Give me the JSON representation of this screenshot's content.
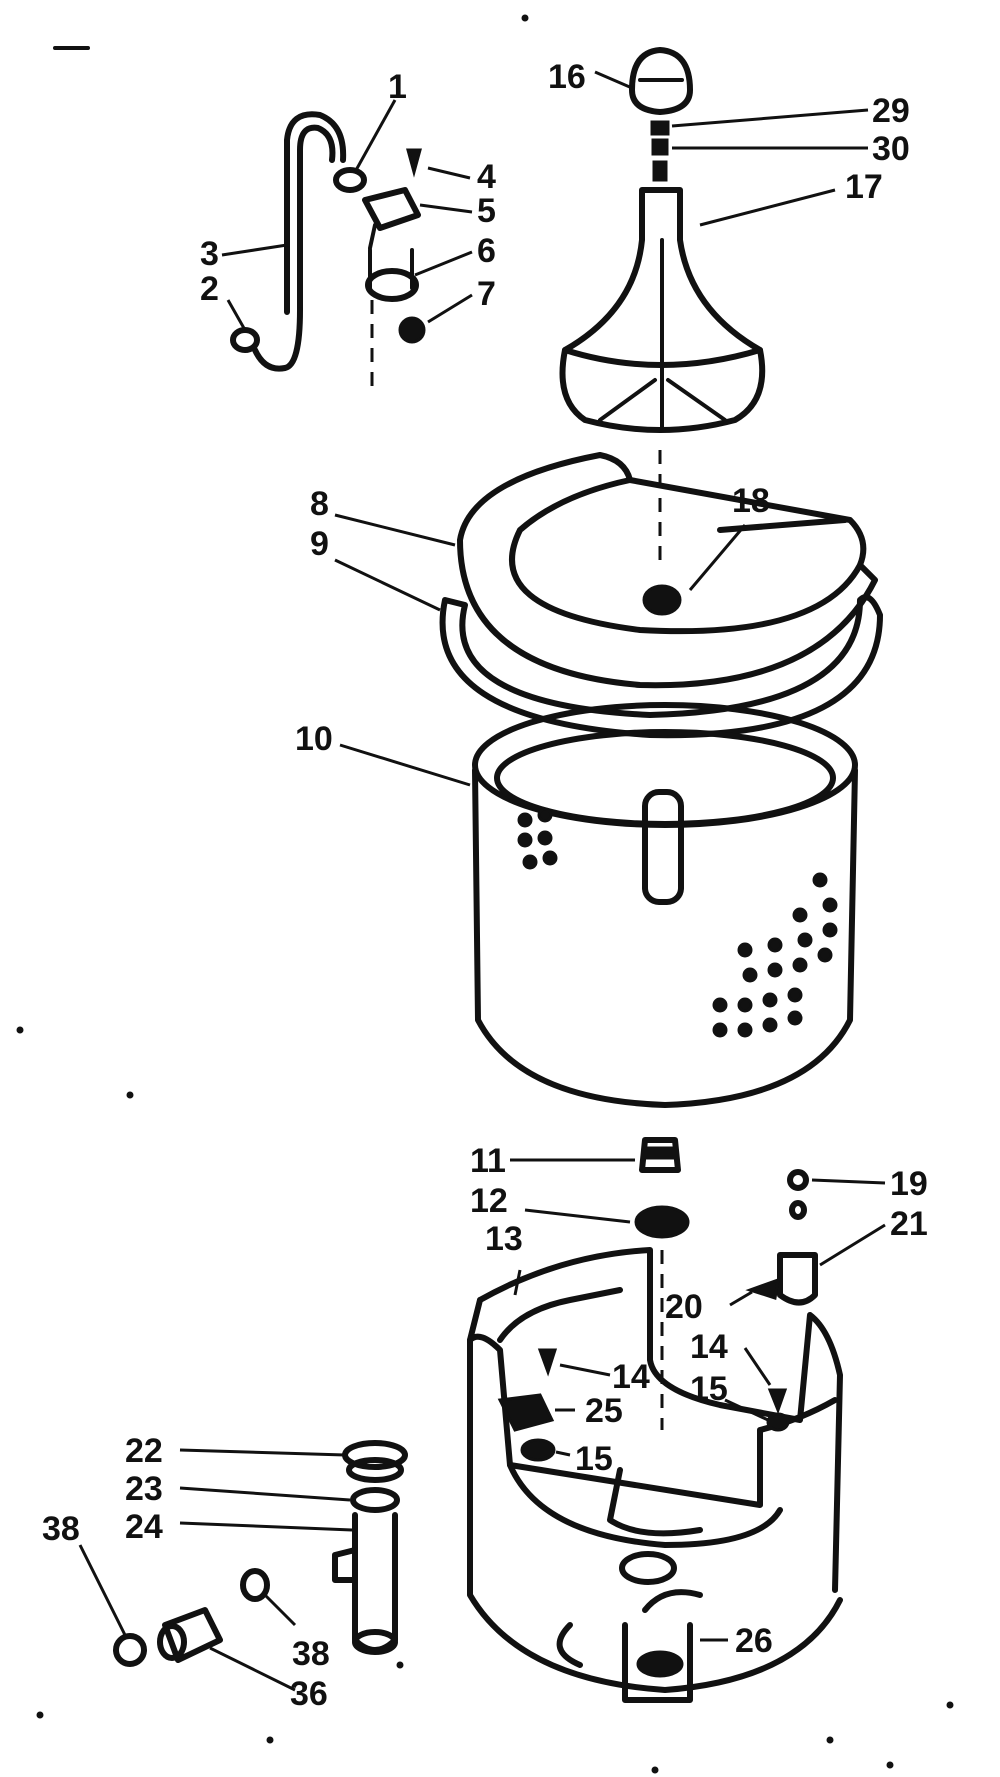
{
  "callouts": [
    {
      "id": "c1",
      "label": "1"
    },
    {
      "id": "c2",
      "label": "2"
    },
    {
      "id": "c3",
      "label": "3"
    },
    {
      "id": "c4",
      "label": "4"
    },
    {
      "id": "c5",
      "label": "5"
    },
    {
      "id": "c6",
      "label": "6"
    },
    {
      "id": "c7",
      "label": "7"
    },
    {
      "id": "c8",
      "label": "8"
    },
    {
      "id": "c9",
      "label": "9"
    },
    {
      "id": "c10",
      "label": "10"
    },
    {
      "id": "c11",
      "label": "11"
    },
    {
      "id": "c12",
      "label": "12"
    },
    {
      "id": "c13",
      "label": "13"
    },
    {
      "id": "c14a",
      "label": "14"
    },
    {
      "id": "c14b",
      "label": "14"
    },
    {
      "id": "c15a",
      "label": "15"
    },
    {
      "id": "c15b",
      "label": "15"
    },
    {
      "id": "c16",
      "label": "16"
    },
    {
      "id": "c17",
      "label": "17"
    },
    {
      "id": "c18",
      "label": "18"
    },
    {
      "id": "c19",
      "label": "19"
    },
    {
      "id": "c20",
      "label": "20"
    },
    {
      "id": "c21",
      "label": "21"
    },
    {
      "id": "c22",
      "label": "22"
    },
    {
      "id": "c23",
      "label": "23"
    },
    {
      "id": "c24",
      "label": "24"
    },
    {
      "id": "c25",
      "label": "25"
    },
    {
      "id": "c26",
      "label": "26"
    },
    {
      "id": "c29",
      "label": "29"
    },
    {
      "id": "c30",
      "label": "30"
    },
    {
      "id": "c36",
      "label": "36"
    },
    {
      "id": "c38a",
      "label": "38"
    },
    {
      "id": "c38b",
      "label": "38"
    }
  ]
}
